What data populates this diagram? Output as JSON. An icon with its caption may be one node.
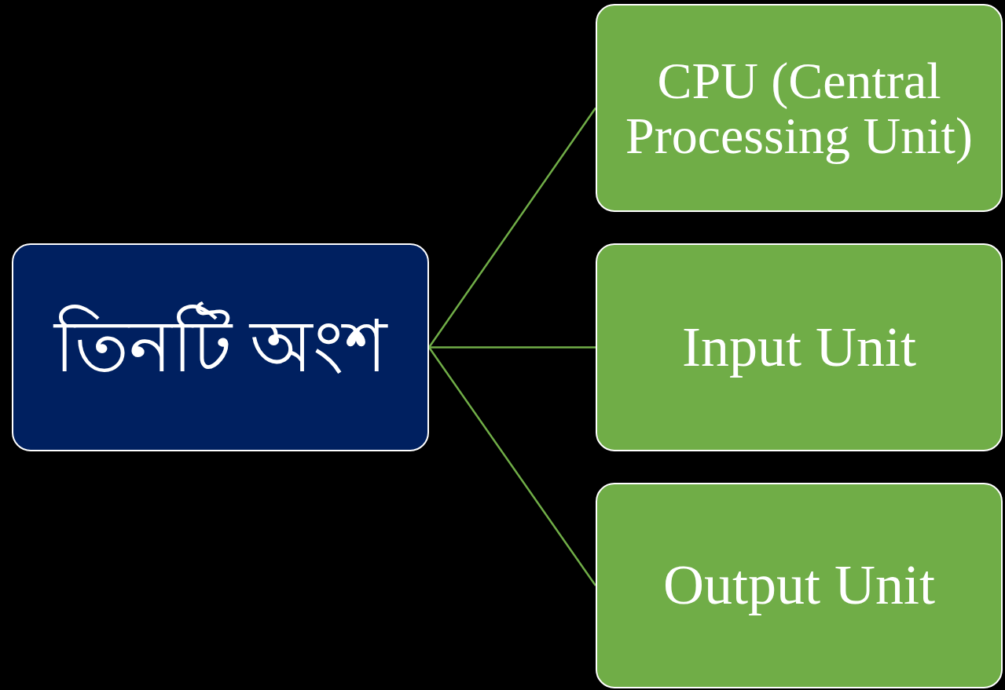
{
  "diagram": {
    "nodes": [
      {
        "text": [
          "তিনটি অংশ"
        ]
      },
      {
        "text": [
          "CPU (Central Processing Unit)"
        ]
      },
      {
        "text": [
          "Input Unit"
        ]
      },
      {
        "text": [
          "Output Unit"
        ]
      }
    ],
    "edges": [
      {
        "from": 0,
        "to": 1,
        "arrow": "none"
      },
      {
        "from": 0,
        "to": 2,
        "arrow": "none"
      },
      {
        "from": 0,
        "to": 3,
        "arrow": "none"
      }
    ]
  }
}
